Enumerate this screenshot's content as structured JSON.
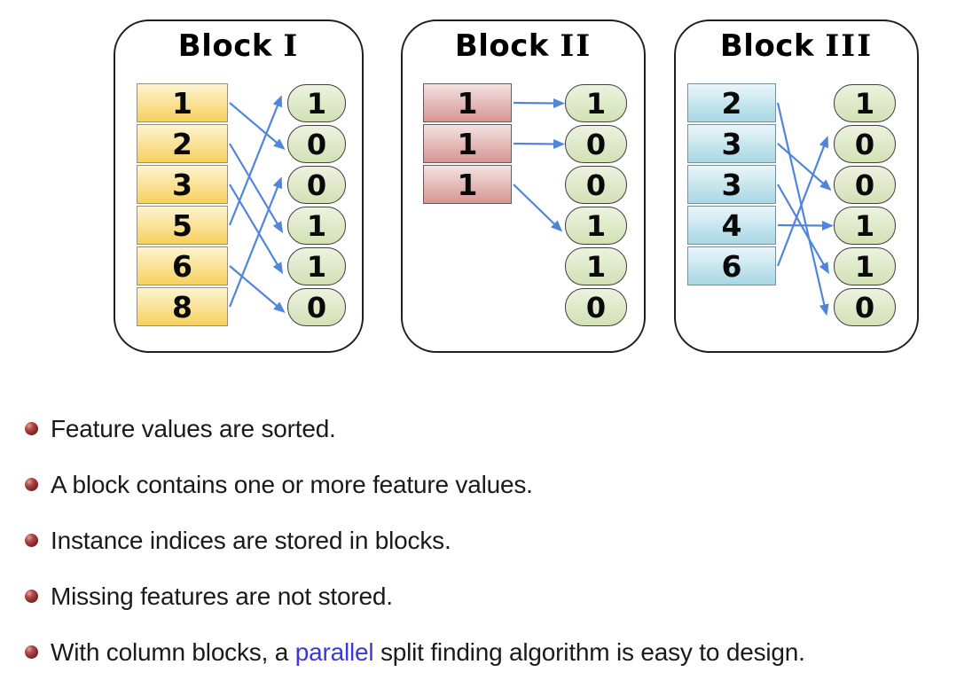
{
  "slide": {
    "background": "#ffffff",
    "text_color": "#1a1a1a",
    "highlight_color": "#3a3ad6",
    "arrow_color": "#4f86db",
    "bullet_ball_color": "#7c2020"
  },
  "diagram": {
    "oval_colors": {
      "fill_top": "#edf2df",
      "fill_bottom": "#d2e1b6",
      "border": "#3f3f3f"
    },
    "blocks": [
      {
        "title": "Block I",
        "cell_colors": {
          "fill_top": "#fdf4d0",
          "fill_bottom": "#f7d15e",
          "border": "#979080"
        },
        "cells": [
          "1",
          "2",
          "3",
          "5",
          "6",
          "8"
        ],
        "ovals": [
          "1",
          "0",
          "0",
          "1",
          "1",
          "0"
        ],
        "arrows": [
          [
            0,
            1
          ],
          [
            1,
            3
          ],
          [
            2,
            4
          ],
          [
            3,
            0
          ],
          [
            4,
            5
          ],
          [
            5,
            2
          ]
        ]
      },
      {
        "title": "Block II",
        "cell_colors": {
          "fill_top": "#f3e2e1",
          "fill_bottom": "#d69692",
          "border": "#5f5f5f"
        },
        "cells": [
          "1",
          "1",
          "1"
        ],
        "ovals": [
          "1",
          "0",
          "0",
          "1",
          "1",
          "0"
        ],
        "arrows": [
          [
            0,
            0
          ],
          [
            1,
            1
          ],
          [
            2,
            3
          ]
        ]
      },
      {
        "title": "Block III",
        "cell_colors": {
          "fill_top": "#eaf6f9",
          "fill_bottom": "#a8d7e4",
          "border": "#79909a"
        },
        "cells": [
          "2",
          "3",
          "3",
          "4",
          "6"
        ],
        "ovals": [
          "1",
          "0",
          "0",
          "1",
          "1",
          "0"
        ],
        "arrows": [
          [
            0,
            5
          ],
          [
            1,
            2
          ],
          [
            2,
            4
          ],
          [
            3,
            3
          ],
          [
            4,
            1
          ]
        ]
      }
    ]
  },
  "bullets": [
    {
      "segments": [
        {
          "text": "Feature values are sorted."
        }
      ]
    },
    {
      "segments": [
        {
          "text": "A block contains one or more feature values."
        }
      ]
    },
    {
      "segments": [
        {
          "text": "Instance indices are stored in blocks."
        }
      ]
    },
    {
      "segments": [
        {
          "text": "Missing features are not stored."
        }
      ]
    },
    {
      "segments": [
        {
          "text": "With column blocks, a "
        },
        {
          "text": "parallel",
          "style": "link"
        },
        {
          "text": " split finding algorithm is easy to design."
        }
      ]
    }
  ]
}
